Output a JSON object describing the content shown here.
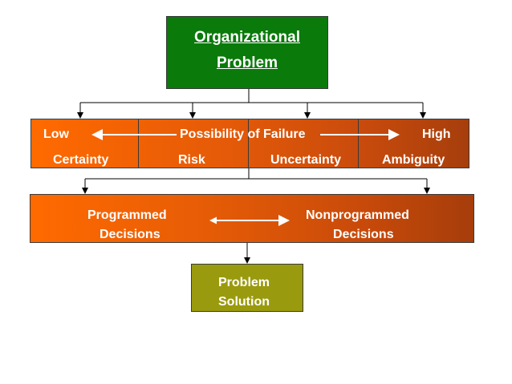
{
  "top": {
    "line1": "Organizational",
    "line2": "Problem"
  },
  "spectrum": {
    "low": "Low",
    "middle": "Possibility of Failure",
    "high": "High",
    "levels": [
      "Certainty",
      "Risk",
      "Uncertainty",
      "Ambiguity"
    ]
  },
  "decisions": {
    "programmed_line1": "Programmed",
    "programmed_line2": "Decisions",
    "nonprogrammed_line1": "Nonprogrammed",
    "nonprogrammed_line2": "Decisions"
  },
  "solution": {
    "line1": "Problem",
    "line2": "Solution"
  },
  "colors": {
    "problem_box": "#0a7a0a",
    "band_start": "#ff6a00",
    "band_end": "#a63e0c",
    "solution_box": "#9a9a0e",
    "text": "#ffffff",
    "connector": "#000000"
  }
}
